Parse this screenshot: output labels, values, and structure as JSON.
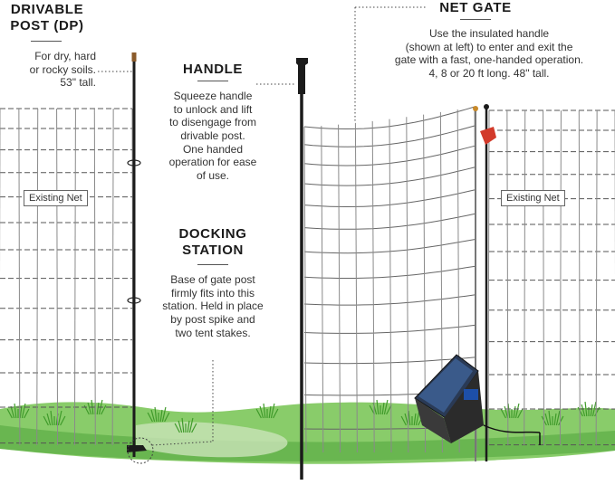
{
  "drivable_post": {
    "title_line1": "DRIVABLE",
    "title_line2": "POST (DP)",
    "desc": [
      "For dry, hard",
      "or rocky soils.",
      "53\" tall."
    ]
  },
  "handle": {
    "title": "HANDLE",
    "desc": [
      "Squeeze handle",
      "to unlock and lift",
      "to disengage from",
      "drivable post.",
      "One handed",
      "operation for ease",
      "of use."
    ]
  },
  "docking_station": {
    "title_line1": "DOCKING",
    "title_line2": "STATION",
    "desc": [
      "Base of gate post",
      "firmly fits into this",
      "station. Held in place",
      "by post spike and",
      "two tent stakes."
    ]
  },
  "net_gate": {
    "title": "NET GATE",
    "desc": [
      "Use the insulated handle",
      "(shown at left) to enter and exit the",
      "gate with a fast, one-handed operation.",
      "4, 8 or 20 ft long. 48\" tall."
    ]
  },
  "labels": {
    "existing_net_left": "Existing Net",
    "existing_net_right": "Existing Net"
  },
  "colors": {
    "grass": "#6fbf4a",
    "grass_dark": "#3f9a2a",
    "post": "#1b1b1b",
    "wire": "#8a8a8a",
    "clip_red": "#d23a2a",
    "energizer_blue": "#1d4fa8"
  }
}
